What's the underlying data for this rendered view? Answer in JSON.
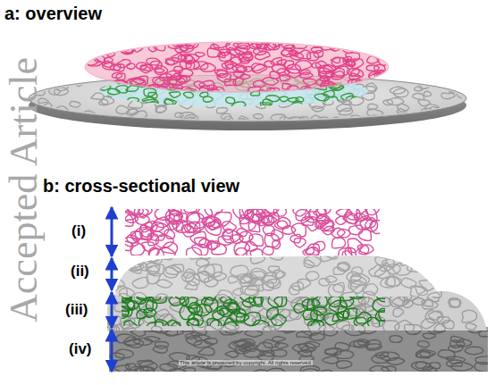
{
  "diagram": {
    "labels": [
      "a: overview",
      "b: cross-sectional view",
      "(i)",
      "(ii)",
      "(iii)",
      "(iv)",
      "Accepted Article",
      "This article is protected by copyright. All rights reserved."
    ]
  }
}
